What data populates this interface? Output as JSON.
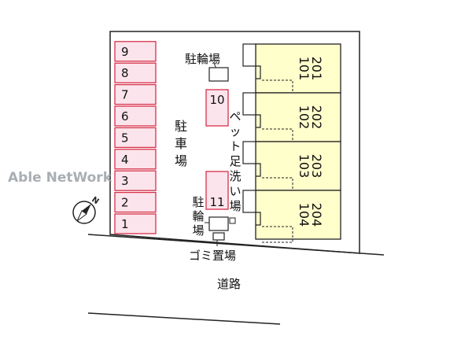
{
  "watermark": "Able NetWork",
  "compass": {
    "label": "N",
    "icon": "compass-icon"
  },
  "parking_spaces": [
    "1",
    "2",
    "3",
    "4",
    "5",
    "6",
    "7",
    "8",
    "9"
  ],
  "parking_extra": [
    "10",
    "11"
  ],
  "labels": {
    "bike_parking_top": "駐輪場",
    "parking_lot": "駐車場",
    "pet_wash": "ペット足洗い場",
    "bike_parking_bottom": "駐輪場",
    "garbage": "ゴミ置場",
    "road": "道路"
  },
  "units": [
    {
      "upper": "201",
      "lower": "101"
    },
    {
      "upper": "202",
      "lower": "102"
    },
    {
      "upper": "203",
      "lower": "103"
    },
    {
      "upper": "204",
      "lower": "104"
    }
  ],
  "colors": {
    "parking_fill": "#fce4ec",
    "parking_stroke": "#d7304a",
    "building_fill": "#ffffcc",
    "outline": "#222222",
    "watermark": "#9aa0a6"
  }
}
